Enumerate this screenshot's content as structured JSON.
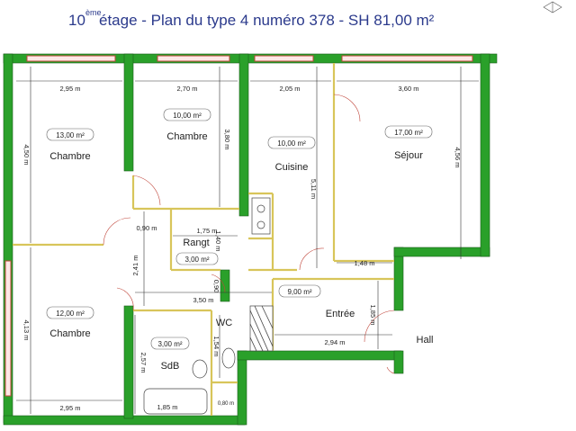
{
  "title": {
    "floor_number": "10",
    "floor_superscript": "ème",
    "text": " étage - Plan du type 4 numéro 378 - SH 81,00 m²"
  },
  "rooms": {
    "chambre_top_left": {
      "label": "Chambre",
      "area": "13,00 m²"
    },
    "chambre_top_mid": {
      "label": "Chambre",
      "area": "10,00 m²"
    },
    "cuisine": {
      "label": "Cuisine",
      "area": "10,00 m²"
    },
    "sejour": {
      "label": "Séjour",
      "area": "17,00 m²"
    },
    "rangt": {
      "label": "Rangt",
      "area": "3,00 m²"
    },
    "entree": {
      "label": "Entrée",
      "area": "9,00 m²"
    },
    "chambre_bottom_left": {
      "label": "Chambre",
      "area": "12,00 m²"
    },
    "sdb": {
      "label": "SdB",
      "area": "3,00 m²"
    },
    "wc": {
      "label": "WC"
    },
    "hall": {
      "label": "Hall"
    }
  },
  "dimensions": {
    "chambre_tl_width": "2,95 m",
    "chambre_tm_width": "2,70 m",
    "cuisine_width": "2,05 m",
    "sejour_width": "3,60 m",
    "chambre_tl_height": "4,50 m",
    "chambre_tm_height": "3,80 m",
    "cuisine_height": "5,11 m",
    "sejour_height": "4,56 m",
    "rangt_width": "1,75 m",
    "rangt_height": "1,40 m",
    "corridor_small": "0,90 m",
    "corridor_height": "2,41 m",
    "corridor_width": "3,50 m",
    "wc_width": "0,90",
    "entree_top": "1,48 m",
    "entree_height": "1,85 m",
    "entree_width": "2,94 m",
    "chambre_bl_height": "4,13 m",
    "chambre_bl_width": "2,95 m",
    "sdb_height": "2,57 m",
    "wc_height": "1,54 m",
    "sdb_width": "1,85 m",
    "small_bottom": "0,80 m"
  },
  "colors": {
    "walls": "#2aa02a",
    "partitions": "#d8c55a",
    "title": "#2b3a8c",
    "doors": "#c0453a"
  }
}
